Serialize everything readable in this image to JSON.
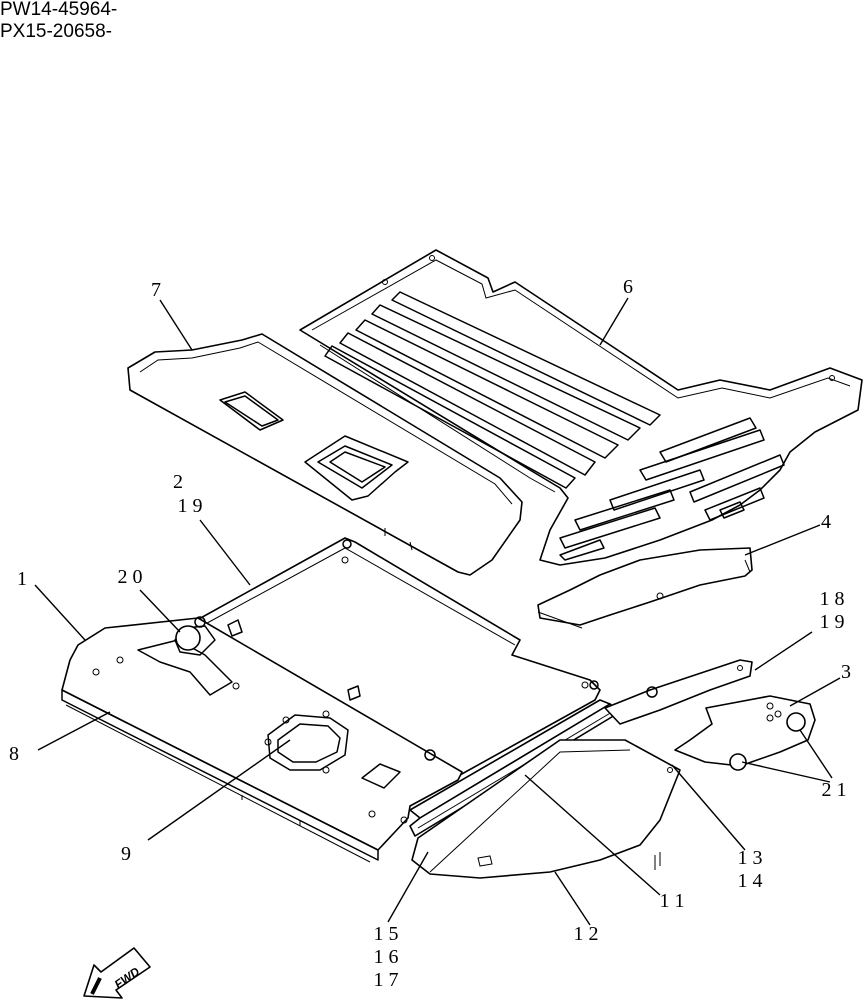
{
  "header": {
    "serial_1": "PW14-45964-",
    "serial_2": "PX15-20658-"
  },
  "callouts": {
    "c1": "1",
    "c2a": "2",
    "c2b": "1 9",
    "c3": "3",
    "c4": "4",
    "c6": "6",
    "c7": "7",
    "c8": "8",
    "c9": "9",
    "c11": "1 1",
    "c12": "1 2",
    "c13a": "1 3",
    "c13b": "1 4",
    "c15a": "1 5",
    "c15b": "1 6",
    "c15c": "1 7",
    "c18a": "1 8",
    "c18b": "1 9",
    "c20": "2 0",
    "c21": "2 1"
  },
  "fwd_arrow": {
    "label": "FWD"
  }
}
